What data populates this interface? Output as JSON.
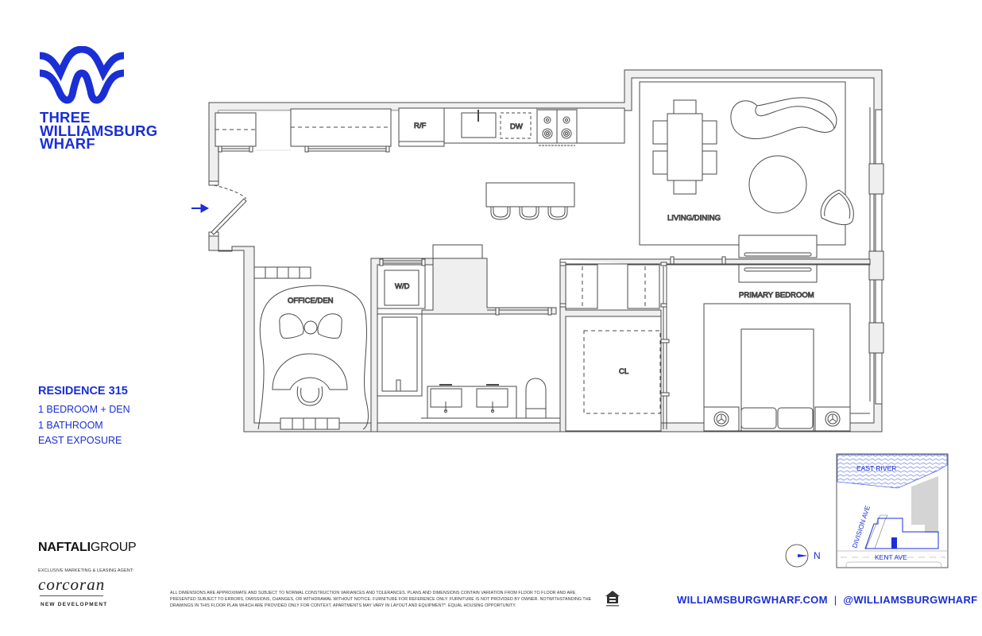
{
  "brand": {
    "logo_icon": "wave-w-logo-icon",
    "name_lines": [
      "THREE",
      "WILLIAMSBURG",
      "WHARF"
    ],
    "accent_color": "#1a2fd6"
  },
  "residence": {
    "title": "RESIDENCE 315",
    "details": [
      "1 BEDROOM + DEN",
      "1 BATHROOM",
      "EAST EXPOSURE"
    ]
  },
  "floor_plan": {
    "wall_fill": "#efefef",
    "line_color": "#444444",
    "entry_arrow_icon": "entry-arrow-icon",
    "rooms": [
      {
        "id": "living-dining",
        "label": "LIVING/DINING"
      },
      {
        "id": "office-den",
        "label": "OFFICE/DEN"
      },
      {
        "id": "primary-bedroom",
        "label": "PRIMARY BEDROOM"
      },
      {
        "id": "closet",
        "label": "CL"
      }
    ],
    "appliances": [
      {
        "id": "refrigerator",
        "label": "R/F"
      },
      {
        "id": "dishwasher",
        "label": "DW"
      },
      {
        "id": "washer-dryer",
        "label": "W/D"
      }
    ]
  },
  "site_map": {
    "labels": {
      "river": "EAST RIVER",
      "street_side": "DIVISION AVE",
      "street_bottom": "KENT AVE"
    },
    "north": {
      "icon": "north-arrow-icon",
      "label": "N"
    }
  },
  "footer": {
    "developer": {
      "bold": "NAFTALI",
      "light": "GROUP"
    },
    "agent_label": "EXCLUSIVE MARKETING & LEASING AGENT:",
    "agent_name": "corcoran",
    "agent_sub": "NEW DEVELOPMENT",
    "disclaimer": "ALL DIMENSIONS ARE APPROXIMATE AND SUBJECT TO NORMAL CONSTRUCTION VARIANCES AND TOLERANCES. PLANS AND DIMENSIONS CONTAIN VARIATION FROM FLOOR TO FLOOR AND ARE PRESENTED SUBJECT TO ERRORS, OMISSIONS, CHANGES, OR WITHDRAWAL WITHOUT NOTICE. FURNITURE FOR REFERENCE ONLY. FURNITURE IS NOT PROVIDED BY OWNER. NOTWITHSTANDING THE DRAWINGS IN THIS FLOOR PLAN WHICH ARE PROVIDED ONLY FOR CONTEXT, APARTMENTS MAY VARY IN LAYOUT AND EQUIPMENT*. EQUAL HOUSING OPPORTUNITY.",
    "equal_housing_icon": "equal-housing-icon",
    "website": "WILLIAMSBURGWHARF.COM",
    "separator": "|",
    "social": "@WILLIAMSBURGWHARF"
  }
}
